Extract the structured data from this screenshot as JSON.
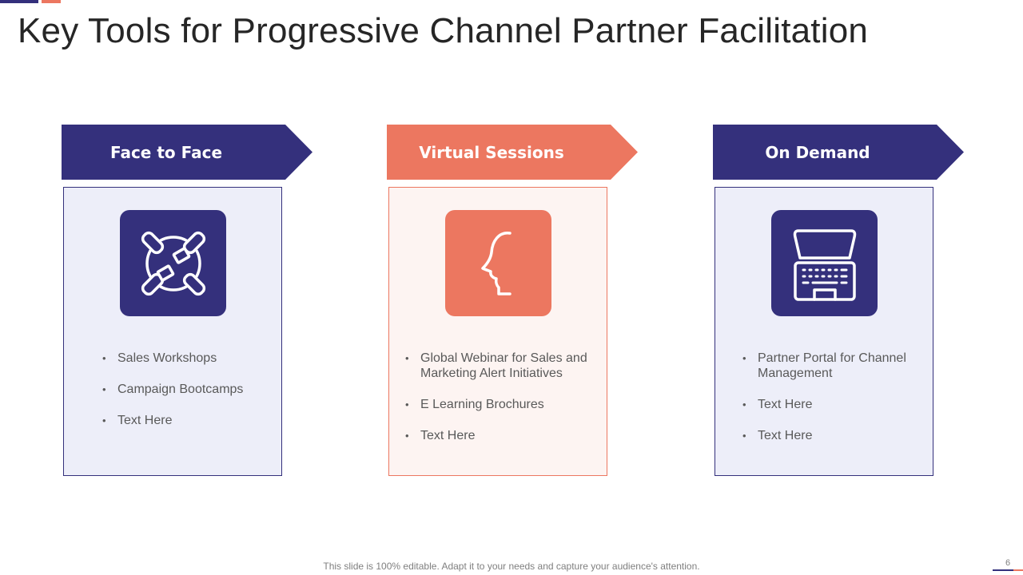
{
  "title": "Key Tools for Progressive Channel Partner Facilitation",
  "colors": {
    "navy": "#34307c",
    "coral": "#ec7760",
    "navy_card_bg": "#edeef9",
    "coral_card_bg": "#fdf4f2"
  },
  "columns": [
    {
      "heading": "Face to Face",
      "icon": "handshake-collaboration-icon",
      "items": [
        "Sales Workshops",
        "Campaign Bootcamps",
        "Text Here"
      ]
    },
    {
      "heading": "Virtual Sessions",
      "icon": "head-profile-icon",
      "items": [
        "Global Webinar for Sales and Marketing Alert Initiatives",
        "E Learning Brochures",
        "Text Here"
      ]
    },
    {
      "heading": "On Demand",
      "icon": "laptop-icon",
      "items": [
        "Partner Portal for Channel Management",
        "Text Here",
        "Text Here"
      ]
    }
  ],
  "footer": {
    "text": "This slide is 100% editable. Adapt it to your needs and capture your audience's attention.",
    "page_number": "6"
  }
}
